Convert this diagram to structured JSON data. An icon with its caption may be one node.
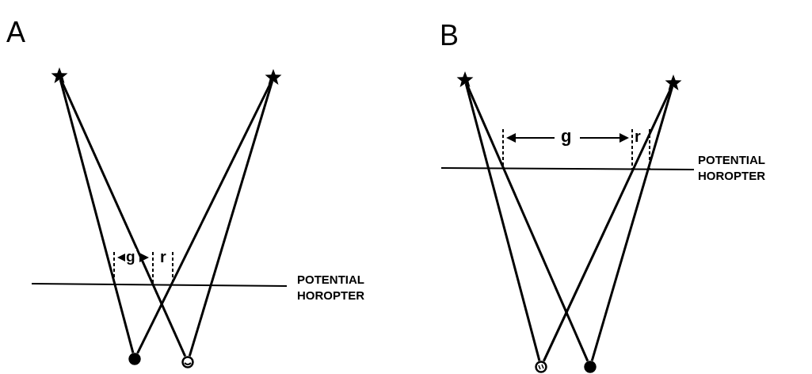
{
  "diagram": {
    "nodes": [
      {
        "text": [],
        "shape": "star"
      },
      {
        "text": [],
        "shape": "star"
      },
      {
        "text": [],
        "shape": "circle"
      },
      {
        "text": [],
        "shape": "circle"
      },
      {
        "text": [],
        "shape": "star"
      },
      {
        "text": [],
        "shape": "star"
      },
      {
        "text": [],
        "shape": "circle"
      },
      {
        "text": [],
        "shape": "circle"
      }
    ],
    "edges": [
      {
        "from": 0,
        "to": 2,
        "arrow": "none"
      },
      {
        "from": 0,
        "to": 3,
        "arrow": "none"
      },
      {
        "from": 1,
        "to": 2,
        "arrow": "none"
      },
      {
        "from": 1,
        "to": 3,
        "arrow": "none"
      },
      {
        "from": 4,
        "to": 6,
        "arrow": "none"
      },
      {
        "from": 4,
        "to": 7,
        "arrow": "none"
      },
      {
        "from": 5,
        "to": 6,
        "arrow": "none"
      },
      {
        "from": 5,
        "to": 7,
        "arrow": "none"
      }
    ],
    "labels": [
      "A",
      "g",
      "r",
      "POTENTIAL HOROPTER",
      "B",
      "g",
      "r",
      "POTENTIAL HOROPTER"
    ]
  }
}
